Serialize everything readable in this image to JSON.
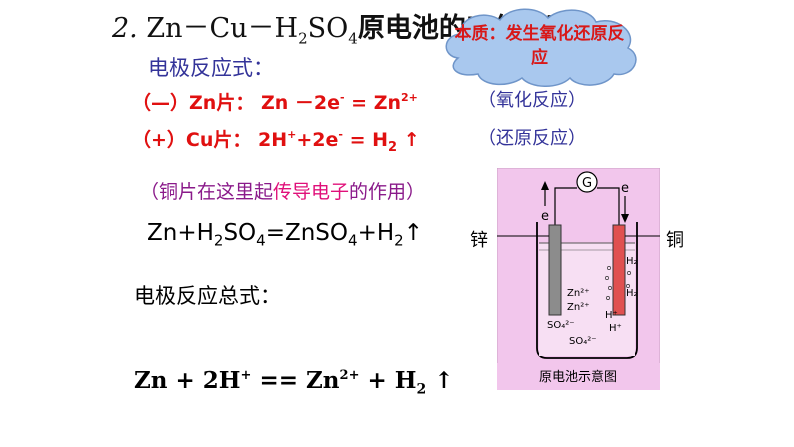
{
  "title": {
    "num": "2.",
    "formula_a": "Zn－Cu－H",
    "sub2": "2",
    "formula_b": "SO",
    "sub4": "4",
    "suffix": "原电池的工作原理："
  },
  "cloud": {
    "text": "本质：发生氧化还原反应",
    "color": "#d81818"
  },
  "section_label": "电极反应式：",
  "negative": {
    "sign": "（—）",
    "electrode": "Zn片：",
    "eq_a": "Zn －2e",
    "sup1": "-",
    "eq_b": " = Zn",
    "sup2": "2+",
    "note": "（氧化反应）"
  },
  "positive": {
    "sign": "（+）",
    "electrode": "Cu片：",
    "eq_a": "2H",
    "sup1": "+",
    "eq_b": "+2e",
    "sup2": "-",
    "eq_c": " = H",
    "sub": "2",
    "arrow": " ↑",
    "note": "（还原反应）"
  },
  "copper_role": {
    "a": "（铜片在这里起",
    "hl": "传导电子",
    "b": "的作用）"
  },
  "overall_eq": {
    "a": "Zn+H",
    "s1": "2",
    "b": "SO",
    "s2": "4",
    "c": "=ZnSO",
    "s3": "4",
    "d": "+H",
    "s4": "2",
    "arrow": "↑"
  },
  "total_label": "电极反应总式：",
  "ionic_eq": {
    "a": "Zn + 2H",
    "sup1": "+",
    "b": " == Zn",
    "sup2": "2+",
    "c": " + H",
    "sub": "2",
    "arrow": " ↑"
  },
  "diagram": {
    "galvanometer": "G",
    "electron_left": "e",
    "electron_right": "e",
    "left_metal": "锌",
    "right_metal": "铜",
    "ions": [
      "Zn²⁺",
      "Zn²⁺",
      "SO₄²⁻",
      "SO₄²⁻",
      "H⁺",
      "H⁺",
      "H₂",
      "H₂"
    ],
    "caption": "原电池示意图",
    "bg_color": "#f2c6ec"
  },
  "colors": {
    "red": "#e01010",
    "blue": "#333399",
    "purple": "#8a1a8a",
    "magenta": "#e0107a"
  }
}
